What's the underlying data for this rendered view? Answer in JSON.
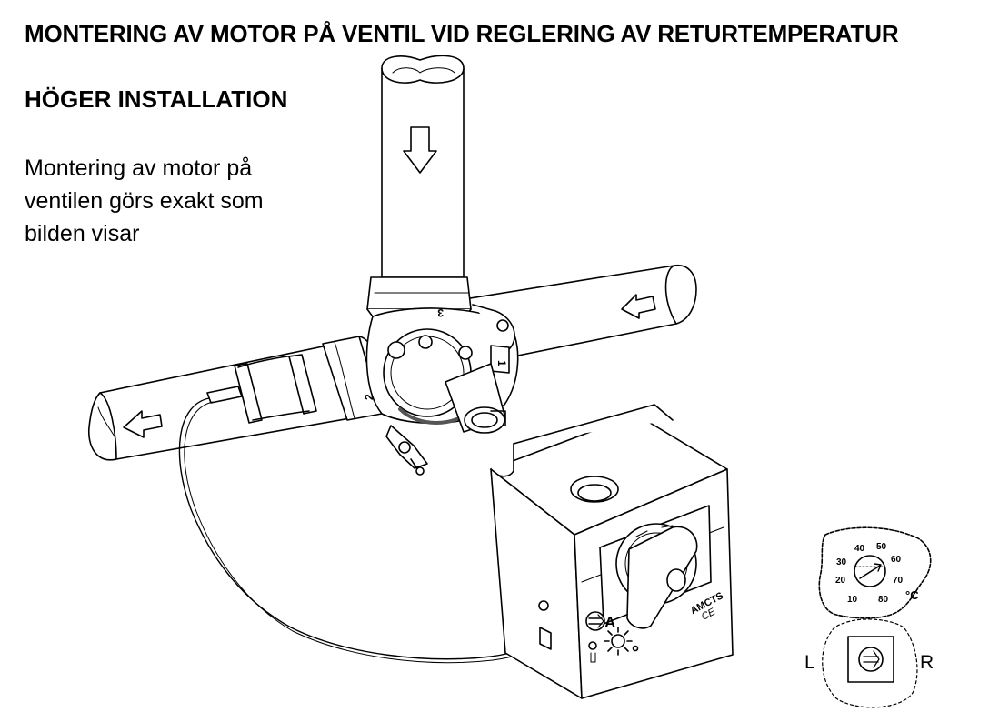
{
  "document": {
    "title": "MONTERING AV MOTOR PÅ VENTIL VID REGLERING AV RETURTEMPERATUR",
    "subtitle": "HÖGER INSTALLATION",
    "body_lines": [
      "Montering av motor på",
      "ventilen görs exakt som",
      "bilden visar"
    ]
  },
  "illustration": {
    "valve_port_labels": [
      "3",
      "2",
      "1"
    ],
    "brand_label": "AMCTS",
    "ce_mark": "CE",
    "mode_label": "A"
  },
  "thermostat_dial": {
    "scale_values": [
      "10",
      "20",
      "30",
      "40",
      "50",
      "60",
      "70",
      "80"
    ],
    "unit": "°C",
    "left_label": "L",
    "right_label": "R"
  }
}
